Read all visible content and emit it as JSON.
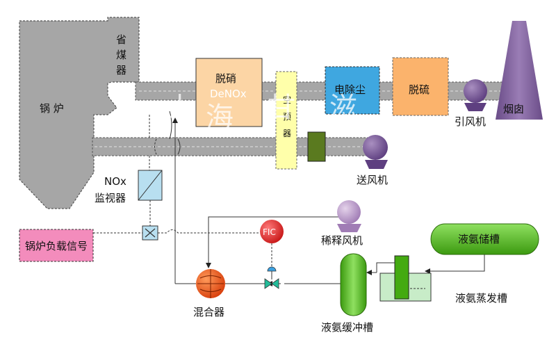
{
  "labels": {
    "boiler": "锅 炉",
    "economizer_1": "省",
    "economizer_2": "煤",
    "economizer_3": "器",
    "denox_1": "脱硝",
    "denox_2": "DeNOx",
    "air_preheater_1": "空",
    "air_preheater_2": "预",
    "air_preheater_3": "器",
    "esp": "电除尘",
    "fgd": "脱硫",
    "id_fan": "引风机",
    "stack": "烟囱",
    "fd_fan": "送风机",
    "nox_monitor_1": "NOx",
    "nox_monitor_2": "监视器",
    "boiler_load_signal": "锅炉负载信号",
    "fic": "FIC",
    "dilution_fan": "稀释风机",
    "ammonia_tank": "液氨储槽",
    "evaporator": "液氨蒸发槽",
    "mixer": "混合器",
    "buffer_tank": "液氨缓冲槽"
  },
  "watermark": [
    "上",
    "海",
    "甘",
    "滋"
  ],
  "colors": {
    "boiler": "#a6a6a6",
    "duct": "#a6a6a6",
    "denox": "#fcd5a5",
    "air_preheater": "#ffffaa",
    "esp": "#3fa7e0",
    "fgd": "#fbb36c",
    "fan": "#7f619c",
    "stack": "#7f619c",
    "damper": "#5a7a1f",
    "load_signal": "#f38cbc",
    "fic": "#e83333",
    "dilution_fan": "#c7a8d2",
    "ammonia_tank": "#55bb22",
    "mixer": "#ef5522",
    "valve": "#22bb99",
    "monitor": "#b8dff0",
    "evaporator": "#c8ecc8"
  }
}
